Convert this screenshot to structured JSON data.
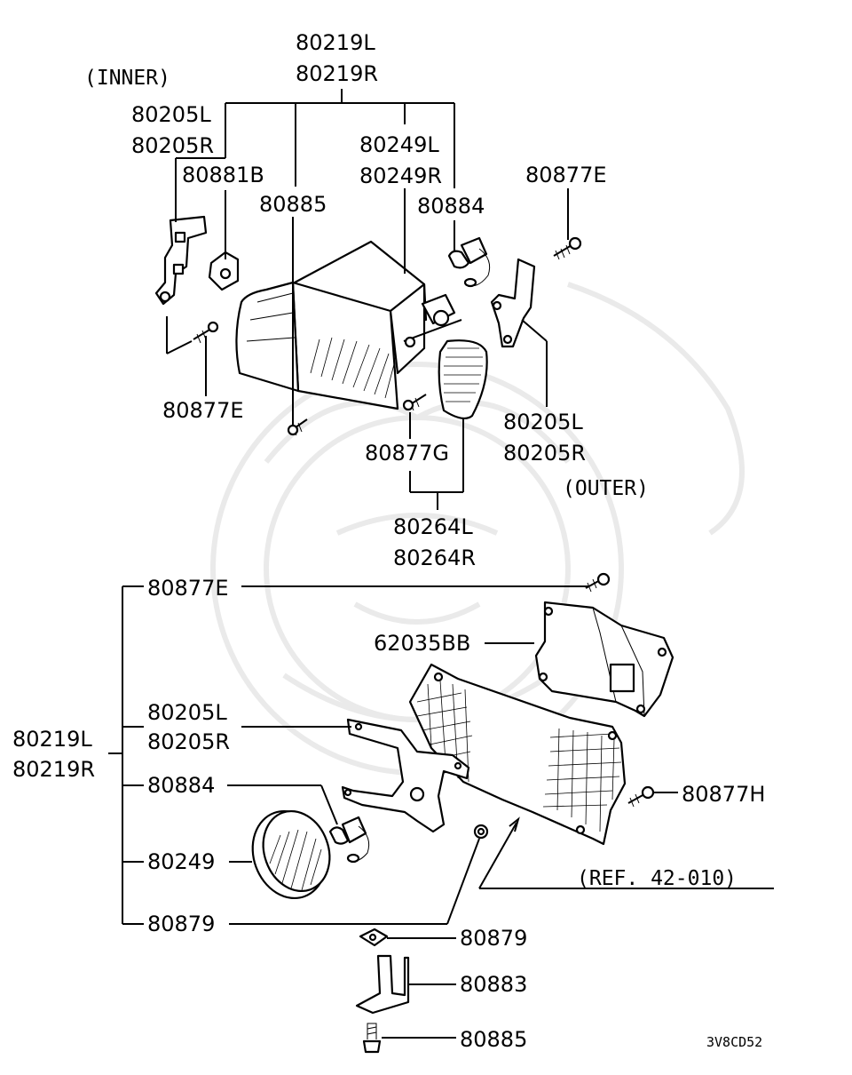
{
  "notes": {
    "inner": "(INNER)",
    "outer": "(OUTER)",
    "ref": "(REF. 42-010)",
    "code": "3V8CD52"
  },
  "upper": {
    "l_80219L": "80219L",
    "l_80219R": "80219R",
    "l_80205L_a": "80205L",
    "l_80205R_a": "80205R",
    "l_80881B": "80881B",
    "l_80885": "80885",
    "l_80249L": "80249L",
    "l_80249R": "80249R",
    "l_80884": "80884",
    "l_80877E_a": "80877E",
    "l_80877E_b": "80877E",
    "l_80205L_b": "80205L",
    "l_80205R_b": "80205R",
    "l_80877G": "80877G",
    "l_80264L": "80264L",
    "l_80264R": "80264R"
  },
  "lower": {
    "l_80877E": "80877E",
    "l_62035BB": "62035BB",
    "l_80205L": "80205L",
    "l_80205R": "80205R",
    "l_80219L": "80219L",
    "l_80219R": "80219R",
    "l_80884": "80884",
    "l_80877H": "80877H",
    "l_80249": "80249",
    "l_80879_a": "80879",
    "l_80879_b": "80879",
    "l_80883": "80883",
    "l_80885": "80885"
  }
}
